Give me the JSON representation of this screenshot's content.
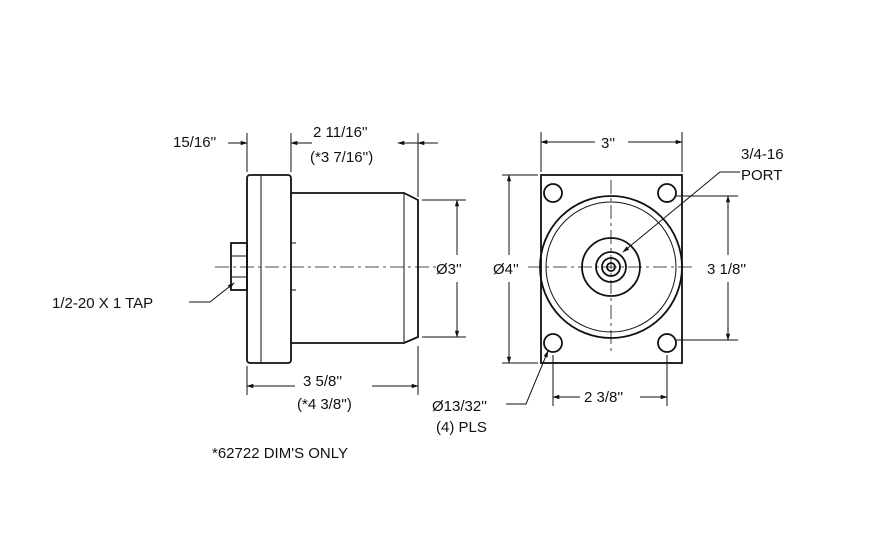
{
  "labels": {
    "flange_width": "15/16''",
    "body_length": "2 11/16''",
    "body_length_alt": "(*3 7/16'')",
    "body_diameter": "Ø3''",
    "overall_length": "3 5/8''",
    "overall_length_alt": "(*4 3/8'')",
    "tap": "1/2-20 X 1 TAP",
    "footnote": "*62722 DIM'S ONLY",
    "square_width": "3''",
    "port_line1": "3/4-16",
    "port_line2": "PORT",
    "flange_diameter": "Ø4''",
    "bolt_spacing_vertical": "3 1/8''",
    "bolt_spacing_horizontal": "2 3/8''",
    "hole_diameter": "Ø13/32''",
    "hole_count": "(4) PLS"
  },
  "colors": {
    "line": "#111111",
    "background": "#ffffff"
  }
}
